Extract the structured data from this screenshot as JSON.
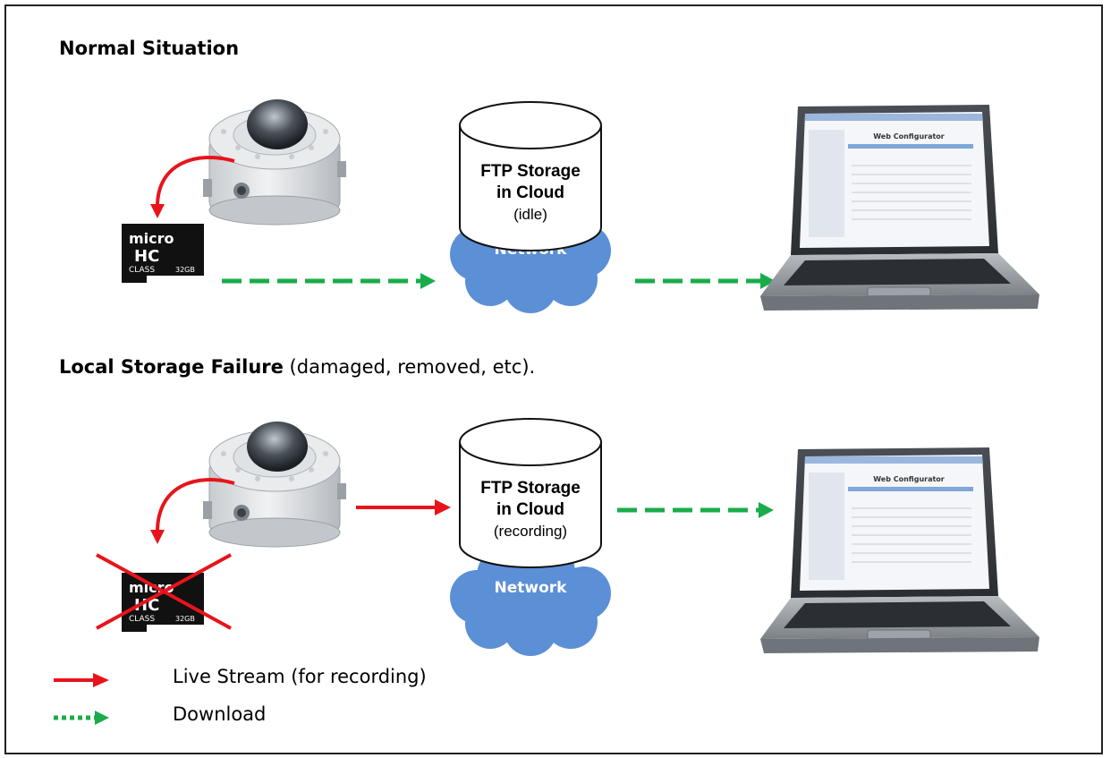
{
  "sections": [
    {
      "heading_bold": "Normal Situation",
      "heading_rest": "",
      "storage": {
        "line1": "FTP Storage",
        "line2": "in Cloud",
        "state": "(idle)"
      },
      "network_label": "Network",
      "sd_card_failed": false
    },
    {
      "heading_bold": "Local Storage Failure",
      "heading_rest": " (damaged, removed, etc).",
      "storage": {
        "line1": "FTP Storage",
        "line2": "in Cloud",
        "state": "(recording)"
      },
      "network_label": "Network",
      "sd_card_failed": true
    }
  ],
  "laptop": {
    "screen_title": "Web Configurator"
  },
  "sd_card": {
    "brand": "micro",
    "logo": "HC",
    "class_label": "CLASS",
    "capacity": "32GB"
  },
  "legend": [
    {
      "label": "Live Stream (for recording)",
      "style": "solid",
      "color": "#e8141b"
    },
    {
      "label": "Download",
      "style": "dotted",
      "color": "#1aac4a"
    }
  ],
  "colors": {
    "live_stream": "#e8141b",
    "download": "#1aac4a",
    "cloud": "#5b8fd6",
    "frame": "#222222"
  },
  "icons": {
    "camera": "dome-camera-icon",
    "sd_card": "microsd-card-icon",
    "storage": "database-cylinder-icon",
    "network": "cloud-icon",
    "client": "laptop-icon"
  }
}
